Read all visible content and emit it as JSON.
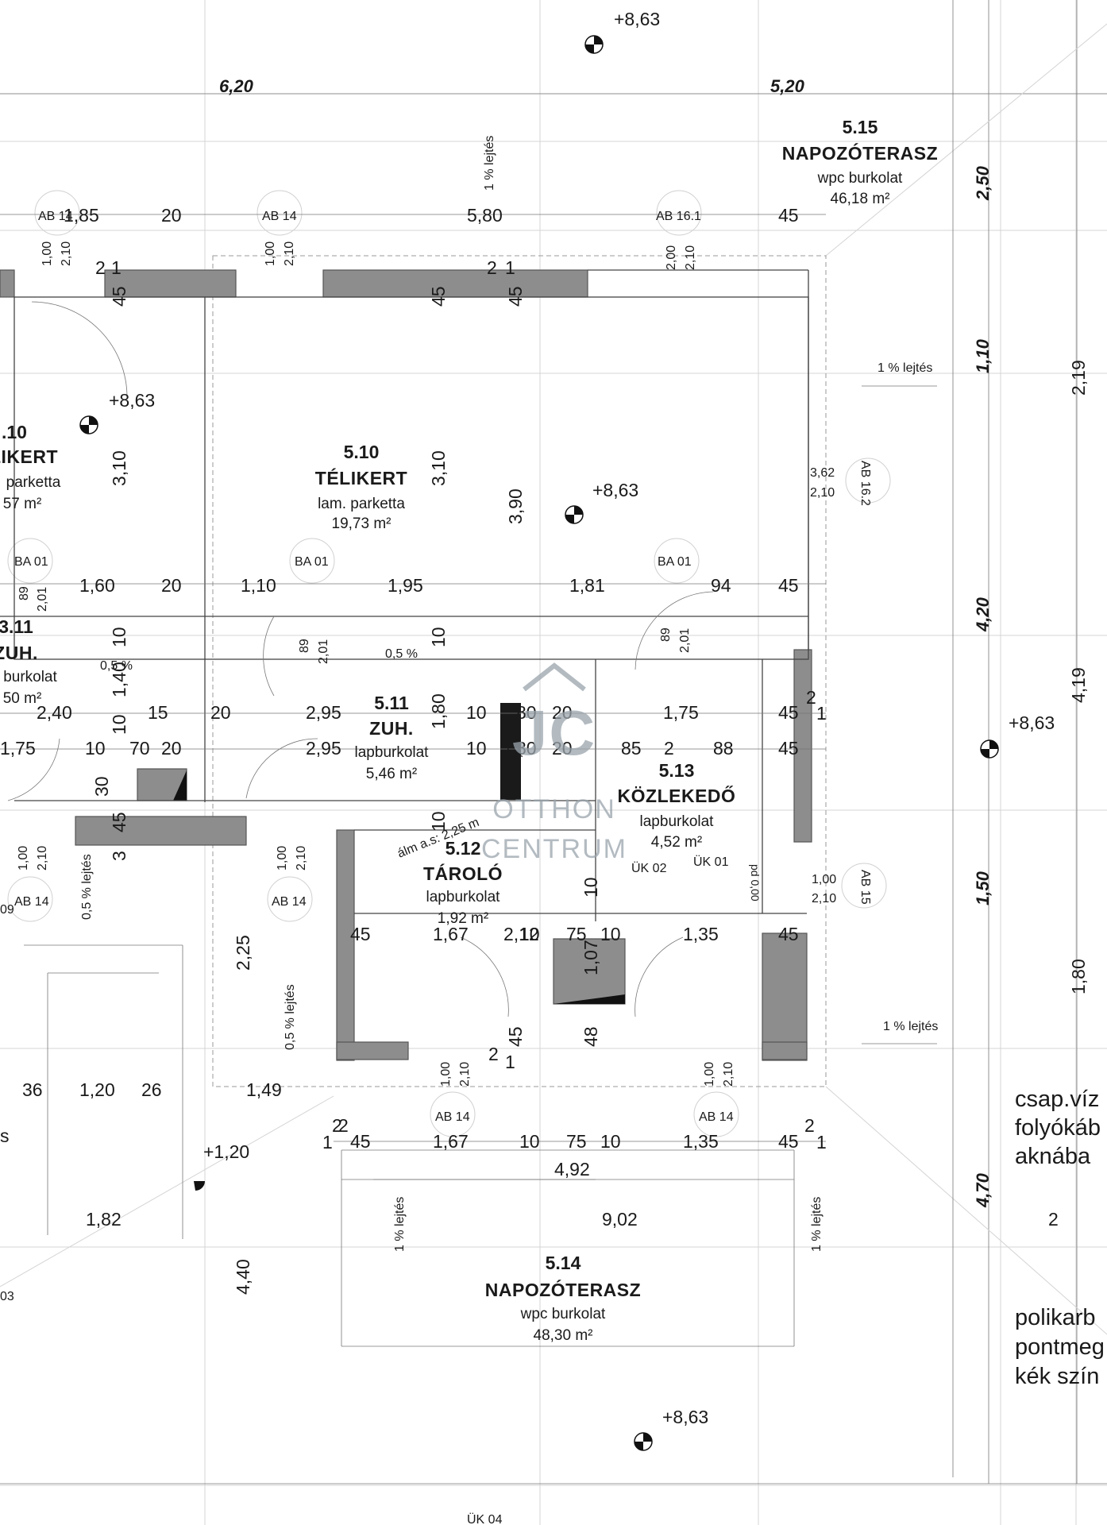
{
  "rooms": {
    "r510": {
      "num": "5.10",
      "name": "TÉLIKERT",
      "finish": "lam. parketta",
      "area": "19,73 m²"
    },
    "r511": {
      "num": "5.11",
      "name": "ZUH.",
      "finish": "lapburkolat",
      "area": "5,46 m²"
    },
    "r512": {
      "num": "5.12",
      "name": "TÁROLÓ",
      "finish": "lapburkolat",
      "area": "1,92 m²"
    },
    "r513": {
      "num": "5.13",
      "name": "KÖZLEKEDŐ",
      "finish": "lapburkolat",
      "area": "4,52 m²"
    },
    "r514": {
      "num": "5.14",
      "name": "NAPOZÓTERASZ",
      "finish": "wpc burkolat",
      "area": "48,30 m²"
    },
    "r515": {
      "num": "5.15",
      "name": "NAPOZÓTERASZ",
      "finish": "wpc burkolat",
      "area": "46,18 m²"
    },
    "l310": {
      "num": ".10",
      "name": "LIKERT",
      "finish": "parketta",
      "area": "57 m²"
    },
    "l311": {
      "num": "3.11",
      "name": "ZUH.",
      "finish": "burkolat",
      "area": "50 m²"
    }
  },
  "levels": {
    "l1": "+8,63",
    "l2": "+8,63",
    "l3": "+8,63",
    "l4": "+8,63",
    "l5": "+8,63",
    "l6": "+1,20"
  },
  "tags": {
    "ab14a": "AB 14",
    "ab14b": "AB 14",
    "ab161": "AB 16.1",
    "ab162": "AB 16.2",
    "ab15": "AB 15",
    "ab14c": "AB 14",
    "ab14d": "AB 14",
    "ab14e": "AB 14",
    "ab14f": "AB 14",
    "ba01a": "BA 01",
    "ba01b": "BA 01",
    "ba01c": "BA 01",
    "uk01": "ÜK 01",
    "uk02": "ÜK 02",
    "uk04": "ÜK 04"
  },
  "dims": {
    "d620": "6,20",
    "d520": "5,20",
    "d250": "2,50",
    "d110": "1,10",
    "d420": "4,20",
    "d150": "1,50",
    "d470": "4,70",
    "d219": "2,19",
    "d419": "4,19",
    "d180r": "1,80",
    "t185": "1,85",
    "t20": "20",
    "t580": "5,80",
    "t45": "45",
    "m160": "1,60",
    "m20": "20",
    "m110": "1,10",
    "m195": "1,95",
    "m181": "1,81",
    "m94": "94",
    "m45": "45",
    "h240": "2,40",
    "h15": "15",
    "h20": "20",
    "h295a": "2,95",
    "h10a": "10",
    "h80a": "80",
    "h20a": "20",
    "h175": "1,75",
    "h45a": "45",
    "k175": "1,75",
    "k10": "10",
    "k70": "70",
    "k20": "20",
    "k295b": "2,95",
    "k10b": "10",
    "k80b": "80",
    "k20b": "20",
    "k85": "85",
    "k2": "2",
    "k88": "88",
    "k45b": "45",
    "b45": "45",
    "b167": "1,67",
    "b212": "2,12",
    "b10": "10",
    "b75": "75",
    "b10b": "10",
    "b135": "1,35",
    "b45b": "45",
    "c36": "36",
    "c120": "1,20",
    "c26": "26",
    "c149": "1,49",
    "f45": "45",
    "f167": "1,67",
    "f10": "10",
    "f75": "75",
    "f10b": "10",
    "f135": "1,35",
    "f45b": "45",
    "f492": "4,92",
    "f182": "1,82",
    "f902": "9,02",
    "v310a": "3,10",
    "v310b": "3,10",
    "v390": "3,90",
    "v45a": "45",
    "v45b": "45",
    "v45c": "45",
    "v45d": "45",
    "v10a": "10",
    "v140": "1,40",
    "v10b": "10",
    "v30": "30",
    "v45e": "45",
    "v3": "3",
    "v10c": "10",
    "v180": "1,80",
    "v100": "1,00",
    "v10d": "10",
    "v10e": "10",
    "v107": "1,07",
    "v45f": "45",
    "v48": "48",
    "v225": "2,25",
    "v440": "4,40",
    "v2a": "2",
    "v1a": "1",
    "v2b": "2",
    "v1b": "1",
    "v2c": "2",
    "v1c": "1",
    "v2d": "2",
    "v1d": "1",
    "v2e": "2",
    "v1e": "1",
    "v2f": "2",
    "v1f": "1",
    "v2g": "2",
    "v2h": "2"
  },
  "openings": {
    "o1a": "1,00",
    "o1b": "2,10",
    "o2a": "1,00",
    "o2b": "2,10",
    "o3a": "2,00",
    "o3b": "2,10",
    "o4a": "3,62",
    "o4b": "2,10",
    "o5a": "89",
    "o5b": "2,01",
    "o6a": "89",
    "o6b": "2,01",
    "o7a": "89",
    "o7b": "2,01",
    "o8a": "1,00",
    "o8b": "2,10",
    "o9a": "1,00",
    "o9b": "2,10",
    "o10a": "1,00",
    "o10b": "2,10",
    "o11a": "1,00",
    "o11b": "2,10",
    "o12a": "1,00",
    "o12b": "2,10"
  },
  "slopes": {
    "s1": "1 % lejtés",
    "s2": "1 % lejtés",
    "s3": "1 % lejtés",
    "s4": "0,5 % lejtés",
    "s5": "0,5 % lejtés",
    "s6": "1 % lejtés",
    "s7": "1 % lejtés",
    "p1": "0,5 %",
    "p2": "0,5 %"
  },
  "misc": {
    "stair": "álm a.s: 2,25 m",
    "floor": "pd 0,00",
    "n09": "09",
    "n03": "03",
    "ns": "s",
    "ab14left": "AB 14"
  },
  "notes": {
    "n1a": "csap.víz",
    "n1b": "folyókáb",
    "n1c": "aknába",
    "n2a": "polikarb",
    "n2b": "pontmeg",
    "n2c": "kék szín"
  },
  "watermark": {
    "top": "OTTHON",
    "bottom": "CENTRUM"
  }
}
